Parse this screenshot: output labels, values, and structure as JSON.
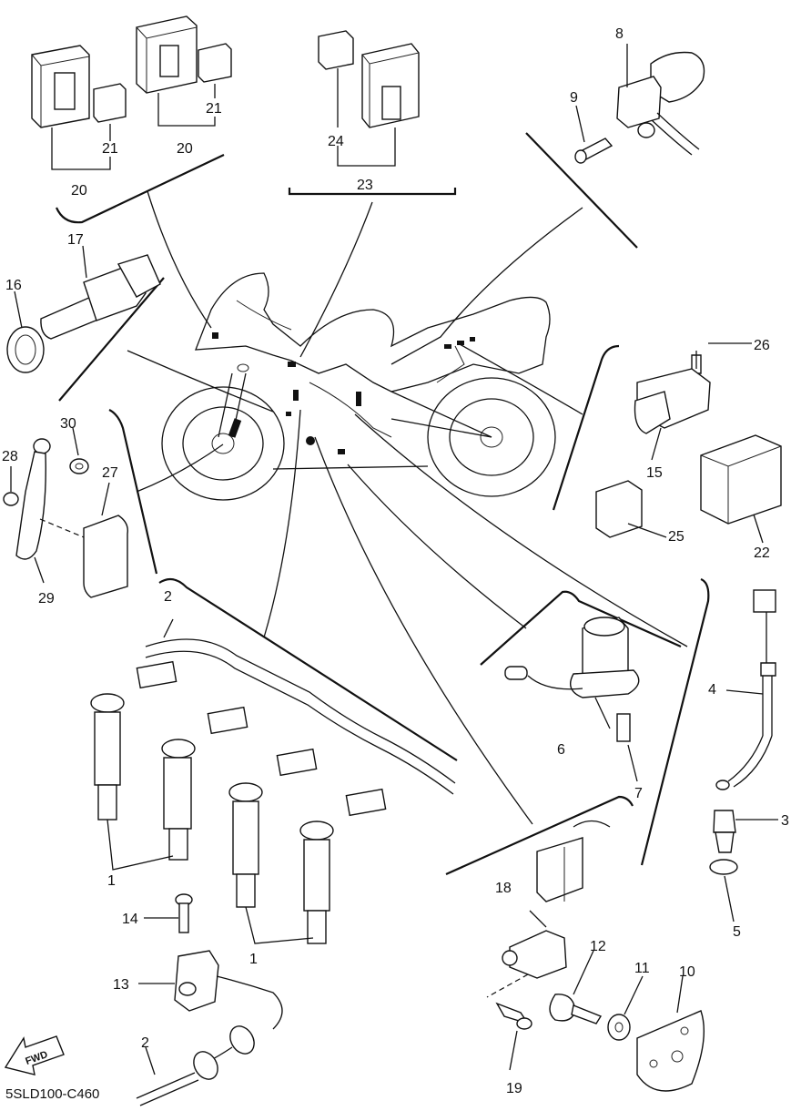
{
  "diagram": {
    "drawing_code": "5SLD100-C460",
    "fwd_label": "FWD",
    "callouts": [
      "1",
      "1",
      "2",
      "2",
      "3",
      "4",
      "5",
      "6",
      "7",
      "8",
      "9",
      "10",
      "11",
      "12",
      "13",
      "14",
      "15",
      "16",
      "17",
      "18",
      "19",
      "20",
      "20",
      "21",
      "21",
      "22",
      "23",
      "24",
      "25",
      "26",
      "27",
      "28",
      "29",
      "30"
    ]
  }
}
